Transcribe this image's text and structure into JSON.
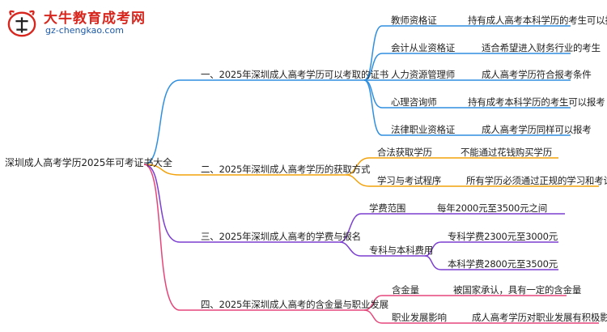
{
  "logo": {
    "title": "大牛教育成考网",
    "url": "gz-chengkao.com"
  },
  "root": {
    "label": "深圳成人高考学历2025年可考证书大全"
  },
  "branches": [
    {
      "label": "一、2025年深圳成人高考学历可以考取的证书",
      "color": "#2f8fe0",
      "children": [
        {
          "label": "教师资格证",
          "detail": "持有成人高考本科学历的考生可以报考"
        },
        {
          "label": "会计从业资格证",
          "detail": "适合希望进入财务行业的考生"
        },
        {
          "label": "人力资源管理师",
          "detail": "成人高考学历符合报考条件"
        },
        {
          "label": "心理咨询师",
          "detail": "持有成考本科学历的考生可以报考"
        },
        {
          "label": "法律职业资格证",
          "detail": "成人高考学历同样可以报考"
        }
      ]
    },
    {
      "label": "二、2025年深圳成人高考学历的获取方式",
      "color": "#f2a20c",
      "children": [
        {
          "label": "合法获取学历",
          "detail": "不能通过花钱购买学历"
        },
        {
          "label": "学习与考试程序",
          "detail": "所有学历必须通过正规的学习和考试获取"
        }
      ]
    },
    {
      "label": "三、2025年深圳成人高考的学费与报名",
      "color": "#7c3fd1",
      "children": [
        {
          "label": "学费范围",
          "detail": "每年2000元至3500元之间"
        },
        {
          "label": "专科与本科费用",
          "details": [
            "专科学费2300元至3000元",
            "本科学费2800元至3500元"
          ]
        }
      ]
    },
    {
      "label": "四、2025年深圳成人高考的含金量与职业发展",
      "color": "#e6457a",
      "children": [
        {
          "label": "含金量",
          "detail": "被国家承认，具有一定的含金量"
        },
        {
          "label": "职业发展影响",
          "detail": "成人高考学历对职业发展有积极影响"
        }
      ]
    }
  ]
}
